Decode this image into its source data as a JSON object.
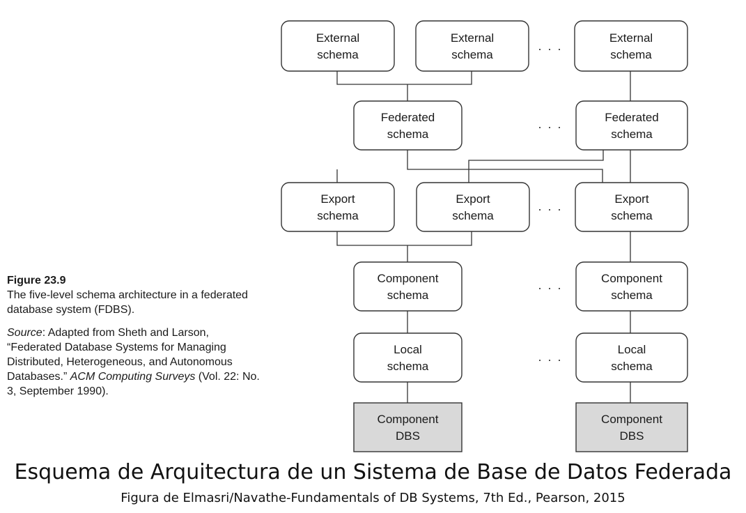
{
  "figure": {
    "number": "Figure 23.9",
    "description": "The five-level schema architecture in a federated database system (FDBS).",
    "source_label": "Source",
    "source_text": ": Adapted from Sheth and Larson, “Federated Database Systems for Managing Distributed, Heterogeneous, and Autonomous Databases.”",
    "source_journal": "ACM Computing Surveys",
    "source_details": "(Vol. 22: No. 3, September 1990)."
  },
  "boxes": {
    "ext1": [
      "External",
      "schema"
    ],
    "ext2": [
      "External",
      "schema"
    ],
    "ext3": [
      "External",
      "schema"
    ],
    "fed1": [
      "Federated",
      "schema"
    ],
    "fed2": [
      "Federated",
      "schema"
    ],
    "exp1": [
      "Export",
      "schema"
    ],
    "exp2": [
      "Export",
      "schema"
    ],
    "exp3": [
      "Export",
      "schema"
    ],
    "comp1": [
      "Component",
      "schema"
    ],
    "comp2": [
      "Component",
      "schema"
    ],
    "loc1": [
      "Local",
      "schema"
    ],
    "loc2": [
      "Local",
      "schema"
    ],
    "dbs1": [
      "Component",
      "DBS"
    ],
    "dbs2": [
      "Component",
      "DBS"
    ]
  },
  "ellipsis": ". . .",
  "footer": {
    "title": "Esquema de Arquitectura de un Sistema de Base de Datos Federada",
    "subtitle": "Figura de Elmasri/Navathe-Fundamentals of DB Systems, 7th Ed., Pearson, 2015"
  },
  "colors": {
    "box_fill": "#ffffff",
    "dbs_fill": "#d9d9d9",
    "stroke": "#333333"
  }
}
